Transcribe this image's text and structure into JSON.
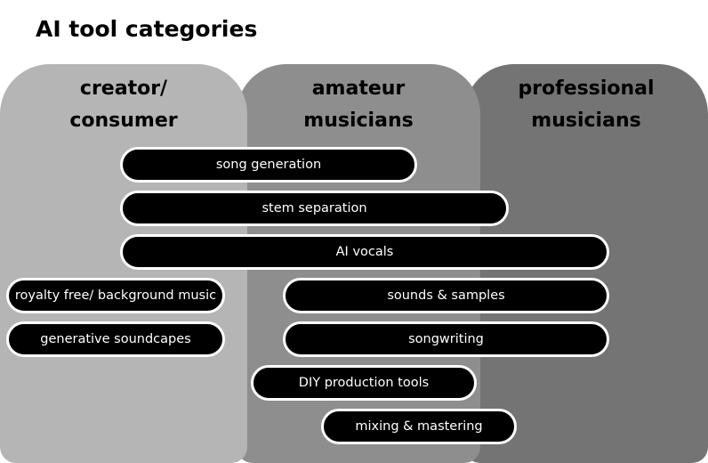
{
  "title": "AI tool categories",
  "columns": [
    {
      "label": "creator/\nconsumer"
    },
    {
      "label": "amateur\nmusicians"
    },
    {
      "label": "professional\nmusicians"
    }
  ],
  "tools": {
    "song_generation": "song generation",
    "stem_separation": "stem separation",
    "ai_vocals": "AI vocals",
    "royalty_free": "royalty free/ background music",
    "sounds_samples": "sounds & samples",
    "generative_soundscapes": "generative soundcapes",
    "songwriting": "songwriting",
    "diy_production": "DIY production tools",
    "mixing_mastering": "mixing & mastering"
  }
}
